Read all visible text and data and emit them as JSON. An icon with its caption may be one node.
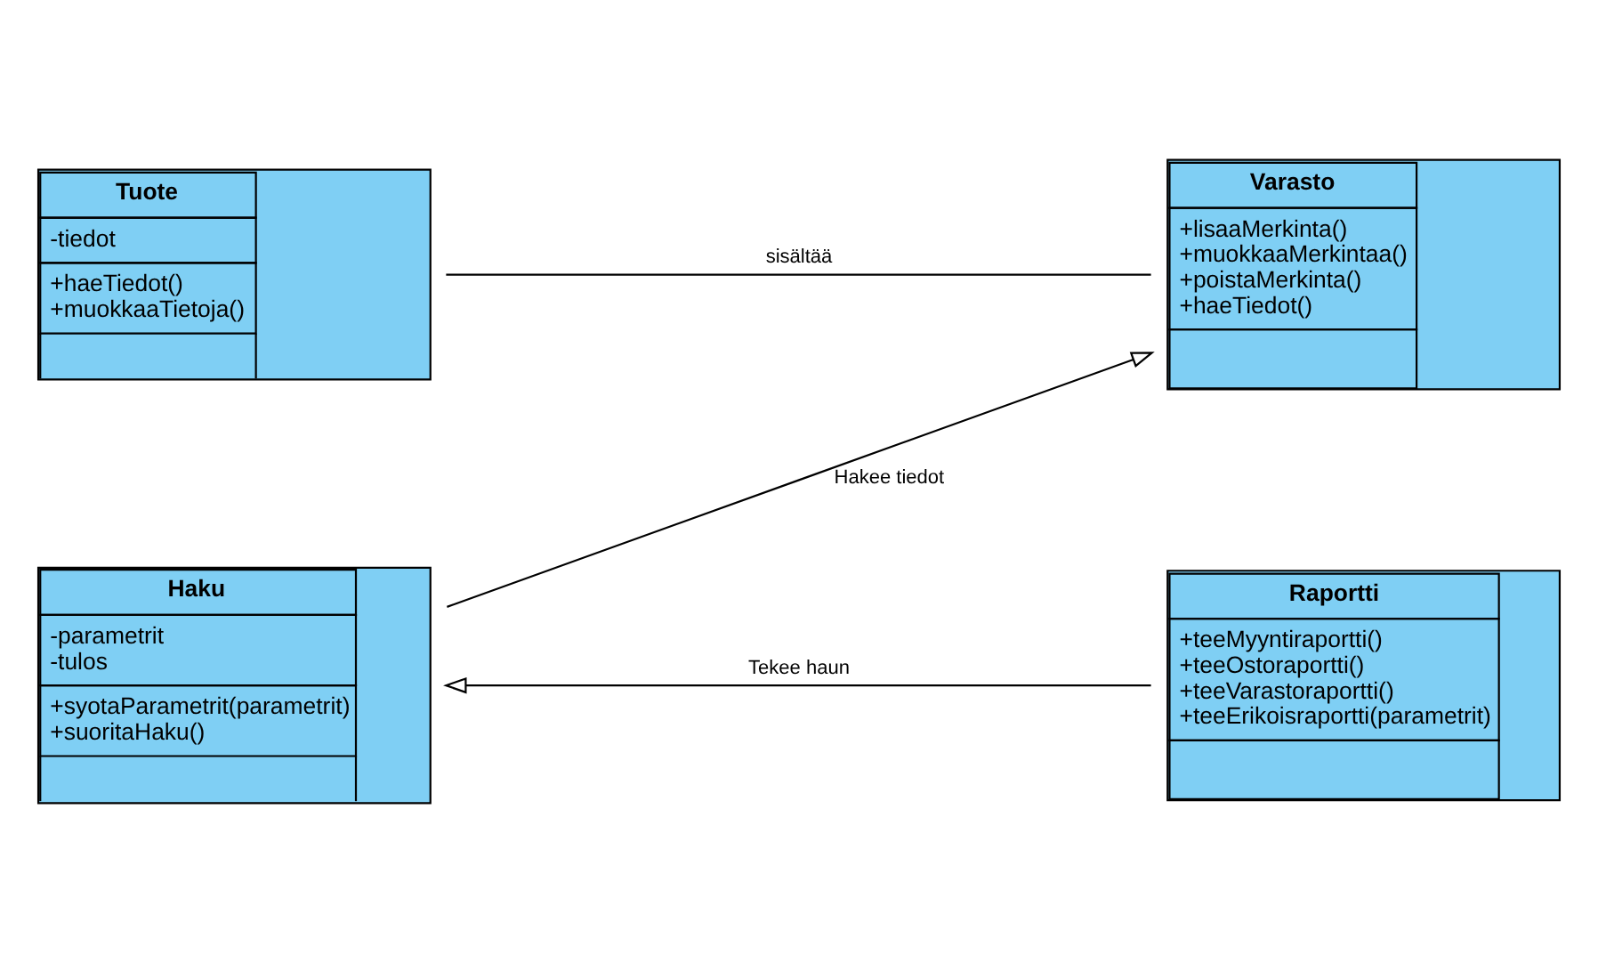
{
  "diagram": {
    "nodes": [
      {
        "text": [
          "Tuote",
          "-tiedot",
          "+haeTiedot() +muokkaaTietoja()"
        ]
      },
      {
        "text": [
          "Varasto",
          "+lisaaMerkinta() +muokkaaMerkintaa() +poistaMerkinta() +haeTiedot()"
        ]
      },
      {
        "text": [
          "Haku",
          "-parametrit -tulos",
          "+syotaParametrit(parametrit) +suoritaHaku()"
        ]
      },
      {
        "text": [
          "Raportti",
          "+teeMyyntiraportti() +teeOstoraportti() +teeVarastoraportti() +teeErikoisraportti(parametrit)"
        ]
      }
    ],
    "edges": [
      {
        "from": 0,
        "to": 1,
        "arrow": "none",
        "label": "sisältää"
      },
      {
        "from": 2,
        "to": 1,
        "arrow": "to",
        "label": "Hakee tiedot"
      },
      {
        "from": 3,
        "to": 2,
        "arrow": "to",
        "label": "Tekee haun"
      }
    ]
  }
}
